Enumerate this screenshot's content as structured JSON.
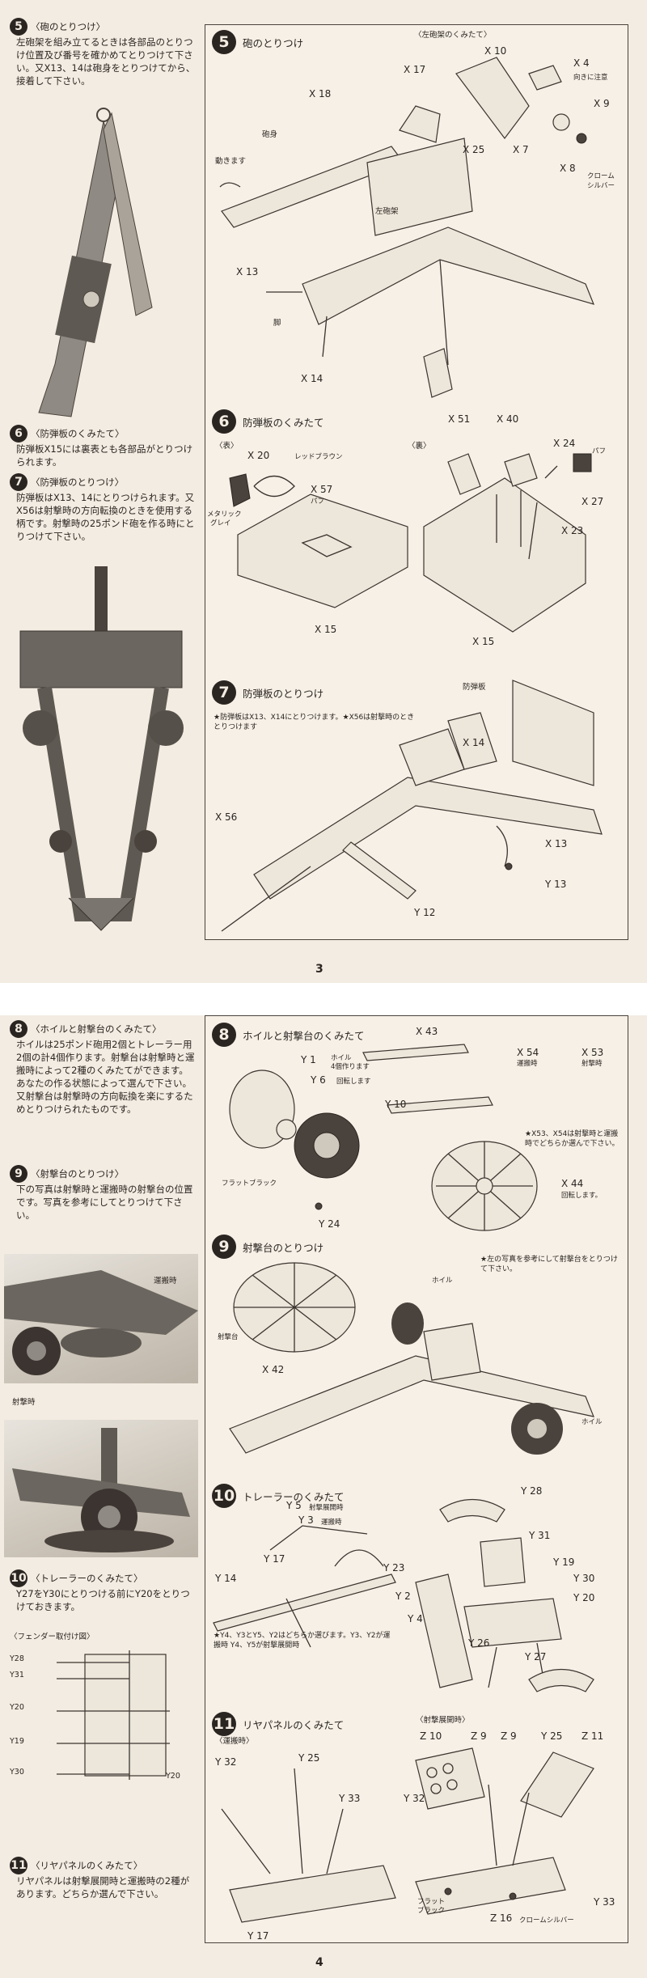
{
  "page3": {
    "page_number": "3",
    "left": {
      "s5": {
        "num": "5",
        "title": "〈砲のとりつけ〉",
        "body": "左砲架を組み立てるときは各部品のとりつけ位置及び番号を確かめてとりつけて下さい。又X13、14は砲身をとりつけてから、接着して下さい。"
      },
      "s6": {
        "num": "6",
        "title": "〈防弾板のくみたて〉",
        "body": "防弾板X15には裏表とも各部品がとりつけられます。"
      },
      "s7": {
        "num": "7",
        "title": "〈防弾板のとりつけ〉",
        "body": "防弾板はX13、14にとりつけられます。又X56は射撃時の方向転換のときを使用する柄です。射撃時の25ポンド砲を作る時にとりつけて下さい。"
      }
    },
    "frame": {
      "s5": {
        "num": "5",
        "title": "砲のとりつけ",
        "sub": "〈左砲架のくみたて〉",
        "labels": [
          "X 18",
          "X 13",
          "X 14",
          "X 17",
          "X 10",
          "X 4",
          "X 9",
          "X 25",
          "X 7",
          "X 8",
          "砲身",
          "動きます",
          "左砲架",
          "脚",
          "向きに注意",
          "クローム",
          "シルバー"
        ]
      },
      "s6": {
        "num": "6",
        "title": "防弾板のくみたて",
        "front": "〈表〉",
        "back": "〈裏〉",
        "labels": [
          "X 20",
          "X 57",
          "X 15",
          "X 51",
          "X 40",
          "X 24",
          "X 27",
          "X 23",
          "X 15",
          "レッドブラウン",
          "パフ",
          "パフ",
          "メタリック",
          "グレイ"
        ]
      },
      "s7": {
        "num": "7",
        "title": "防弾板のとりつけ",
        "note": "★防弾板はX13、X14にとりつけます。★X56は射撃時のときとりつけます",
        "labels": [
          "防弾板",
          "X 14",
          "X 56",
          "X 13",
          "Y 13",
          "Y 12"
        ]
      }
    }
  },
  "page4": {
    "page_number": "4",
    "left": {
      "s8": {
        "num": "8",
        "title": "〈ホイルと射撃台のくみたて〉",
        "body": "ホイルは25ポンド砲用2個とトレーラー用2個の計4個作ります。射撃台は射撃時と運搬時によって2種のくみたてができます。あなたの作る状態によって選んで下さい。又射撃台は射撃時の方向転換を楽にするためとりつけられたものです。"
      },
      "s9": {
        "num": "9",
        "title": "〈射撃台のとりつけ〉",
        "body": "下の写真は射撃時と運搬時の射撃台の位置です。写真を参考にしてとりつけて下さい。",
        "photo1": "運搬時",
        "photo2": "射撃時"
      },
      "s10": {
        "num": "10",
        "title": "〈トレーラーのくみたて〉",
        "body": "Y27をY30にとりつける前にY20をとりつけておきます。"
      },
      "fender": {
        "title": "〈フェンダー取付け図〉",
        "labels": [
          "Y28",
          "Y31",
          "Y20",
          "Y19",
          "Y30",
          "Y20"
        ]
      },
      "s11": {
        "num": "11",
        "title": "〈リヤパネルのくみたて〉",
        "body": "リヤパネルは射撃展開時と運搬時の2種があります。どちらか選んで下さい。"
      }
    },
    "frame": {
      "s8": {
        "num": "8",
        "title": "ホイルと射撃台のくみたて",
        "labels": [
          "Y 1",
          "ホイル",
          "4個作ります",
          "Y 6",
          "回転します",
          "Y 10",
          "フラットブラック",
          "Y 24",
          "X 43",
          "X 54",
          "運搬時",
          "X 53",
          "射撃時",
          "X 44",
          "回転します。"
        ],
        "note": "★X53、X54は射撃時と運搬時でどちらか選んで下さい。"
      },
      "s9": {
        "num": "9",
        "title": "射撃台のとりつけ",
        "note": "★左の写真を参考にして射撃台をとりつけて下さい。",
        "labels": [
          "ホイル",
          "射撃台",
          "X 42",
          "ホイル"
        ]
      },
      "s10": {
        "num": "10",
        "title": "トレーラーのくみたて",
        "labels": [
          "Y 5",
          "射撃展開時",
          "Y 3",
          "運搬時",
          "Y 28",
          "Y 31",
          "Y 17",
          "Y 23",
          "Y 19",
          "Y 14",
          "Y 2",
          "Y 30",
          "Y 4",
          "Y 20",
          "Y 26",
          "Y 27"
        ],
        "note": "★Y4、Y3とY5、Y2はどちらか選びます。Y3、Y2が運搬時 Y4、Y5が射撃展開時"
      },
      "s11": {
        "num": "11",
        "title": "リヤパネルのくみたて",
        "sub1": "〈運搬時〉",
        "sub2": "〈射撃展開時〉",
        "labels": [
          "Y 32",
          "Y 25",
          "Y 33",
          "Y 17",
          "Z 10",
          "Z 9",
          "Z 9",
          "Y 25",
          "Z 11",
          "Y 32",
          "Y 33",
          "フラット",
          "ブラック",
          "Z 16",
          "クロームシルバー"
        ]
      }
    }
  }
}
